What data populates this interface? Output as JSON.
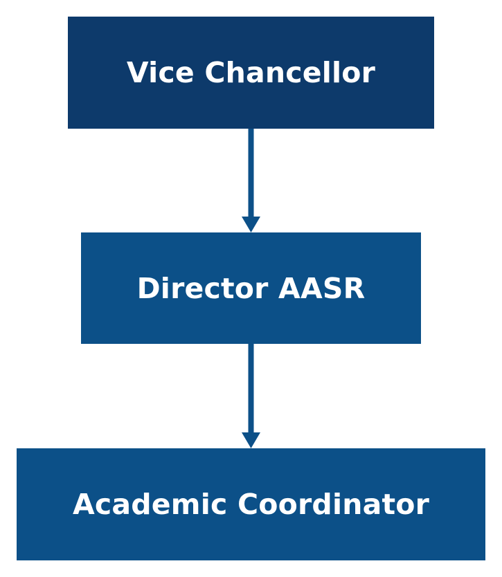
{
  "colors": {
    "top_box": "#0d3a6b",
    "lower_boxes": "#0c5088",
    "connector": "#0c5088",
    "text": "#ffffff"
  },
  "org_chart": {
    "nodes": [
      {
        "label": "Vice Chancellor"
      },
      {
        "label": "Director AASR"
      },
      {
        "label": "Academic Coordinator"
      }
    ]
  }
}
